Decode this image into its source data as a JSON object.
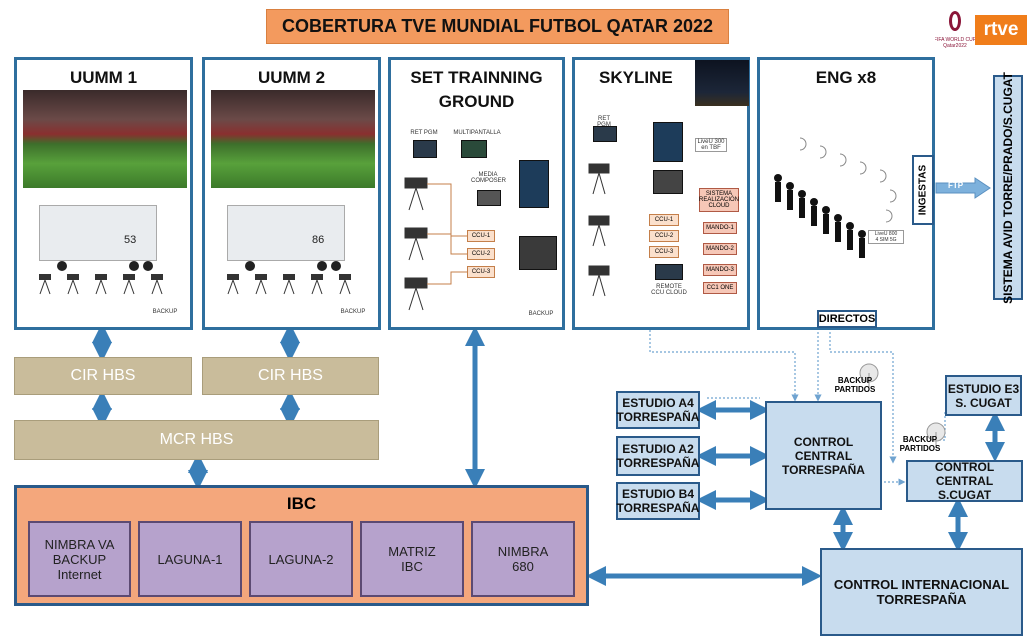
{
  "title": "COBERTURA TVE MUNDIAL FUTBOL QATAR 2022",
  "logos": {
    "fifa": "FIFA WORLD CUP Qatar2022",
    "rtve": "rtve"
  },
  "panels": {
    "uumm1": {
      "title": "UUMM 1",
      "truck_number": "53",
      "backup": "BACKUP"
    },
    "uumm2": {
      "title": "UUMM 2",
      "truck_number": "86",
      "backup": "BACKUP"
    },
    "set": {
      "title": "SET TRAINNING\nGROUND",
      "ret_pgm": "RET PGM",
      "multipantalla": "MULTIPANTALLA",
      "media_composer": "MEDIA\nCOMPOSER",
      "ccu": [
        "CCU-1",
        "CCU-2",
        "CCU-3"
      ],
      "backup": "BACKUP"
    },
    "skyline": {
      "title": "SKYLINE",
      "ret_pgm": "RET PGM",
      "liveu": "LiveU 300\nen TBF",
      "sistema": "SISTEMA\nREALIZACIÓN\nCLOUD",
      "ccu": [
        "CCU-1",
        "CCU-2",
        "CCU-3"
      ],
      "mando": [
        "MANDO-1",
        "MANDO-2",
        "MANDO-3"
      ],
      "remote": "REMOTE\nCCU CLOUD",
      "cc1": "CC1 ONE"
    },
    "eng": {
      "title": "ENG x8",
      "liveu": "LiveU 800\n4 SIM 5G"
    }
  },
  "ingestas": "INGESTAS",
  "ftp": "FTP",
  "avid": "SISTEMA AVID TORRE/PRADO/S.CUGAT",
  "directos": "DIRECTOS",
  "cir1": "CIR HBS",
  "cir2": "CIR HBS",
  "mcr": "MCR HBS",
  "ibc": {
    "title": "IBC",
    "boxes": [
      "NIMBRA VA\nBACKUP\nInternet",
      "LAGUNA-1",
      "LAGUNA-2",
      "MATRIZ\nIBC",
      "NIMBRA\n680"
    ]
  },
  "estudios": {
    "a4": "ESTUDIO A4\nTORRESPAÑA",
    "a2": "ESTUDIO A2\nTORRESPAÑA",
    "b4": "ESTUDIO B4\nTORRESPAÑA",
    "e3": "ESTUDIO E3\nS. CUGAT"
  },
  "control_central_torre": "CONTROL CENTRAL\nTORRESPAÑA",
  "control_central_cugat": "CONTROL CENTRAL\nS.CUGAT",
  "control_internacional": "CONTROL INTERNACIONAL\nTORRESPAÑA",
  "backup_partidos_1": "BACKUP\nPARTIDOS",
  "backup_partidos_2": "BACKUP\nPARTIDOS",
  "colors": {
    "arrow": "#3a7fb8",
    "panel_border": "#2f6f9e",
    "ibc_fill": "#f4a77c",
    "ibc_box": "#b6a2cc",
    "tan": "#c9bc9b",
    "blue_box": "#c8dcee"
  }
}
